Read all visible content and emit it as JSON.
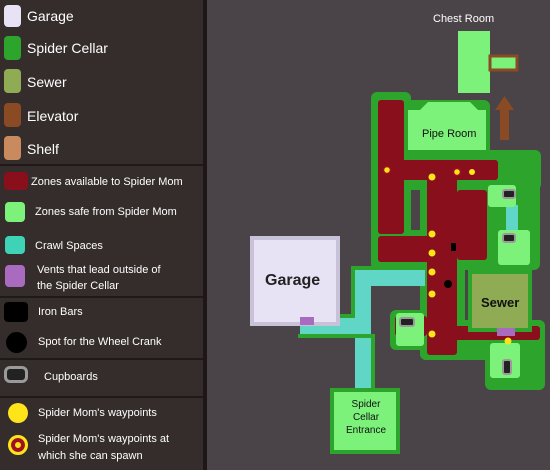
{
  "legend": {
    "items": [
      {
        "id": "garage",
        "label": "Garage",
        "color": "#e8e3f4"
      },
      {
        "id": "spider-cellar",
        "label": "Spider Cellar",
        "color": "#2da42b"
      },
      {
        "id": "sewer",
        "label": "Sewer",
        "color": "#8fac55"
      },
      {
        "id": "elevator",
        "label": "Elevator",
        "color": "#8a4a24"
      },
      {
        "id": "shelf",
        "label": "Shelf",
        "color": "#c88a5e"
      },
      {
        "id": "zones-spider",
        "label": "Zones available to Spider Mom",
        "color": "#8a0f1c"
      },
      {
        "id": "zones-safe",
        "label": "Zones safe from Spider Mom",
        "color": "#7cf27a"
      },
      {
        "id": "crawl",
        "label": "Crawl Spaces",
        "color": "#3ed2b6"
      },
      {
        "id": "vents",
        "label": "Vents that lead outside of the Spider Cellar",
        "label_line1": "Vents that lead outside of",
        "label_line2": "the Spider Cellar",
        "color": "#a86bc0"
      },
      {
        "id": "bars",
        "label": "Iron Bars",
        "color": "#000000"
      },
      {
        "id": "crank",
        "label": "Spot for the Wheel Crank",
        "color": "#000000"
      },
      {
        "id": "cupboards",
        "label": "Cupboards",
        "color": "#9a9a9a"
      },
      {
        "id": "waypoints",
        "label": "Spider Mom's waypoints",
        "color": "#ffe419"
      },
      {
        "id": "spawn",
        "label": "Spider Mom's waypoints at which she can spawn",
        "label_line1": "Spider Mom's waypoints at",
        "label_line2": "which she can spawn",
        "color": "#ffe419",
        "ring_color": "#a01020"
      }
    ]
  },
  "map": {
    "rooms": {
      "chest_room": "Chest Room",
      "pipe_room": "Pipe Room",
      "garage": "Garage",
      "sewer": "Sewer",
      "entrance_line1": "Spider",
      "entrance_line2": "Cellar",
      "entrance_line3": "Entrance"
    }
  },
  "colors": {
    "background": "#4a4348",
    "legend_bg": "#342d2c",
    "cellar": "#2da42b",
    "safe": "#7cf27a",
    "danger": "#8a0f1c",
    "crawl": "#5fd6c6",
    "sewer": "#8fac55",
    "garage": "#e8e3f4",
    "elevator": "#8a4a24",
    "shelf": "#c88a5e",
    "vent": "#a86bc0",
    "waypoint": "#ffe419"
  }
}
